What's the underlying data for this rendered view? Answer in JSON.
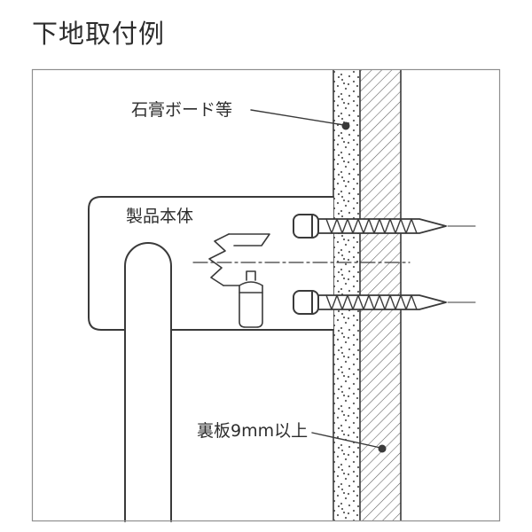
{
  "title": "下地取付例",
  "labels": {
    "gypsum_board": "石膏ボード等",
    "product_body": "製品本体",
    "backing_board": "裏板9mm以上"
  },
  "colors": {
    "line": "#3a3a3a",
    "border": "#8f8f8f",
    "pattern_dots": "#5a5a5a",
    "hatch_lines": "#5a5a5a",
    "text": "#2d2d2d",
    "background": "#ffffff"
  }
}
